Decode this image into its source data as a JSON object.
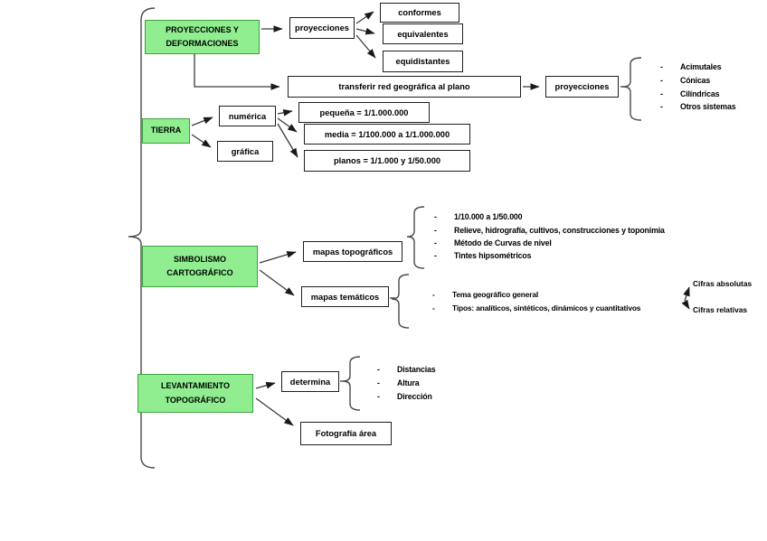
{
  "colors": {
    "node_fill": "#90ee90",
    "node_border": "#3da03d",
    "box_border": "#1f1f1f",
    "line": "#3c3c3c"
  },
  "nodes": {
    "proyecciones_deformaciones": "PROYECCIONES Y DEFORMACIONES",
    "proyecciones_1": "proyecciones",
    "conformes": "conformes",
    "equivalentes": "equivalentes",
    "equidistantes": "equidistantes",
    "transferir": "transferir red geográfica al plano",
    "proyecciones_2": "proyecciones",
    "tierra": "TIERRA",
    "numerica": "numérica",
    "grafica": "gráfica",
    "escala_pequena": "pequeña = 1/1.000.000",
    "escala_media": "media = 1/100.000 a 1/1.000.000",
    "escala_planos": "planos = 1/1.000 y 1/50.000",
    "simbolismo": "SIMBOLISMO CARTOGRÁFICO",
    "mapas_topograficos": "mapas topográficos",
    "mapas_tematicos": "mapas temáticos",
    "levantamiento": "LEVANTAMIENTO TOPOGRÁFICO",
    "determina": "determina",
    "fotografia": "Fotografía área"
  },
  "lists": {
    "sistemas_proyeccion": [
      "Acimutales",
      "Cónicas",
      "Cilíndricas",
      "Otros sistemas"
    ],
    "mapas_topograficos_detalle": [
      "1/10.000 a 1/50.000",
      "Relieve, hidrografía, cultivos, construcciones y toponimia",
      "Método de Curvas de nivel",
      "Tintes hipsométricos"
    ],
    "mapas_tematicos_detalle": [
      "Tema geográfico general",
      "Tipos: analíticos, sintéticos, dinámicos y cuantitativos"
    ],
    "determina_detalle": [
      "Distancias",
      "Altura",
      "Dirección"
    ],
    "cifras": [
      "Cifras absolutas",
      "Cifras relativas"
    ]
  }
}
